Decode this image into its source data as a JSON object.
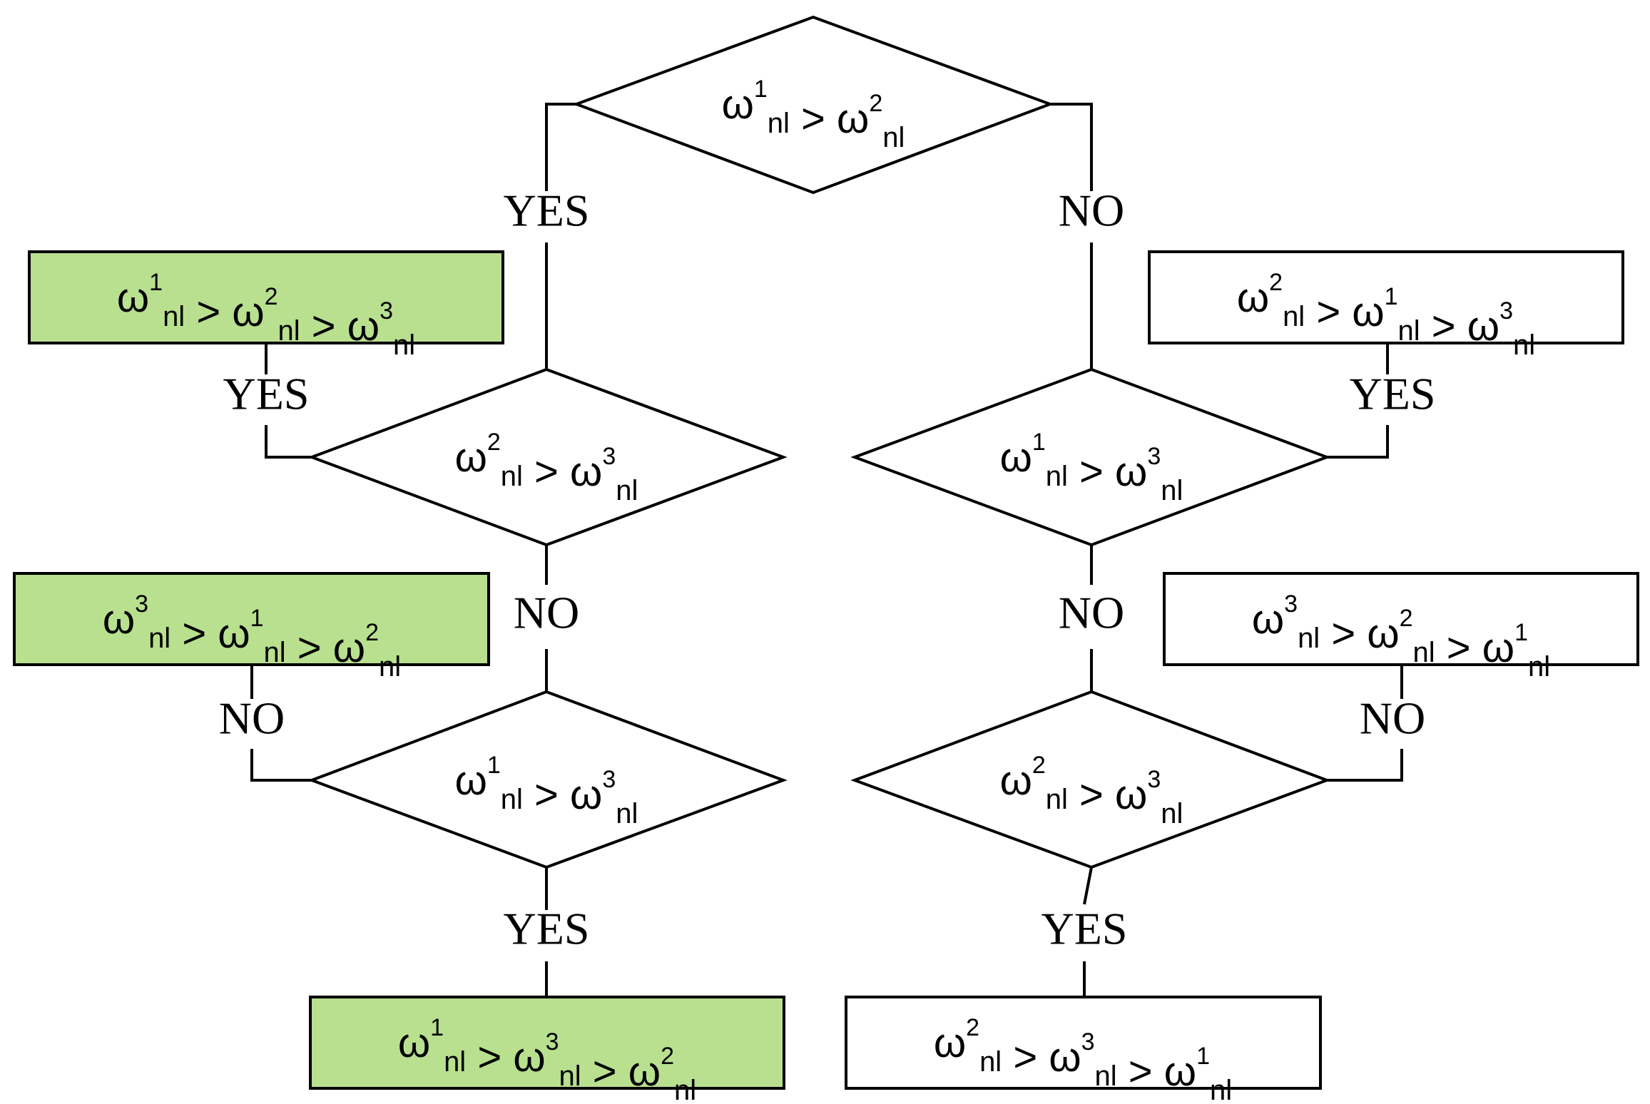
{
  "colors": {
    "highlight_fill": "#b8e08f",
    "plain_fill": "#ffffff",
    "line": "#000000"
  },
  "omega_symbol": "ω",
  "decisions": {
    "d_top": {
      "terms": [
        {
          "sup": "1",
          "sub": "nl"
        },
        {
          "sup": "2",
          "sub": "nl"
        }
      ],
      "op": ">"
    },
    "d_l1": {
      "terms": [
        {
          "sup": "2",
          "sub": "nl"
        },
        {
          "sup": "3",
          "sub": "nl"
        }
      ],
      "op": ">"
    },
    "d_l2": {
      "terms": [
        {
          "sup": "1",
          "sub": "nl"
        },
        {
          "sup": "3",
          "sub": "nl"
        }
      ],
      "op": ">"
    },
    "d_r1": {
      "terms": [
        {
          "sup": "1",
          "sub": "nl"
        },
        {
          "sup": "3",
          "sub": "nl"
        }
      ],
      "op": ">"
    },
    "d_r2": {
      "terms": [
        {
          "sup": "2",
          "sub": "nl"
        },
        {
          "sup": "3",
          "sub": "nl"
        }
      ],
      "op": ">"
    }
  },
  "results": {
    "r_l1": {
      "highlight": true,
      "terms": [
        {
          "sup": "1",
          "sub": "nl"
        },
        {
          "sup": "2",
          "sub": "nl"
        },
        {
          "sup": "3",
          "sub": "nl"
        }
      ],
      "op": ">"
    },
    "r_l2": {
      "highlight": true,
      "terms": [
        {
          "sup": "3",
          "sub": "nl"
        },
        {
          "sup": "1",
          "sub": "nl"
        },
        {
          "sup": "2",
          "sub": "nl"
        }
      ],
      "op": ">"
    },
    "r_l3": {
      "highlight": true,
      "terms": [
        {
          "sup": "1",
          "sub": "nl"
        },
        {
          "sup": "3",
          "sub": "nl"
        },
        {
          "sup": "2",
          "sub": "nl"
        }
      ],
      "op": ">"
    },
    "r_r1": {
      "highlight": false,
      "terms": [
        {
          "sup": "2",
          "sub": "nl"
        },
        {
          "sup": "1",
          "sub": "nl"
        },
        {
          "sup": "3",
          "sub": "nl"
        }
      ],
      "op": ">"
    },
    "r_r2": {
      "highlight": false,
      "terms": [
        {
          "sup": "3",
          "sub": "nl"
        },
        {
          "sup": "2",
          "sub": "nl"
        },
        {
          "sup": "1",
          "sub": "nl"
        }
      ],
      "op": ">"
    },
    "r_r3": {
      "highlight": false,
      "terms": [
        {
          "sup": "2",
          "sub": "nl"
        },
        {
          "sup": "3",
          "sub": "nl"
        },
        {
          "sup": "1",
          "sub": "nl"
        }
      ],
      "op": ">"
    }
  },
  "edge_labels": {
    "top_yes": "YES",
    "top_no": "NO",
    "l1_yes": "YES",
    "l1_no": "NO",
    "l2_no": "NO",
    "l2_yes": "YES",
    "r1_yes": "YES",
    "r1_no": "NO",
    "r2_no": "NO",
    "r2_yes": "YES"
  }
}
